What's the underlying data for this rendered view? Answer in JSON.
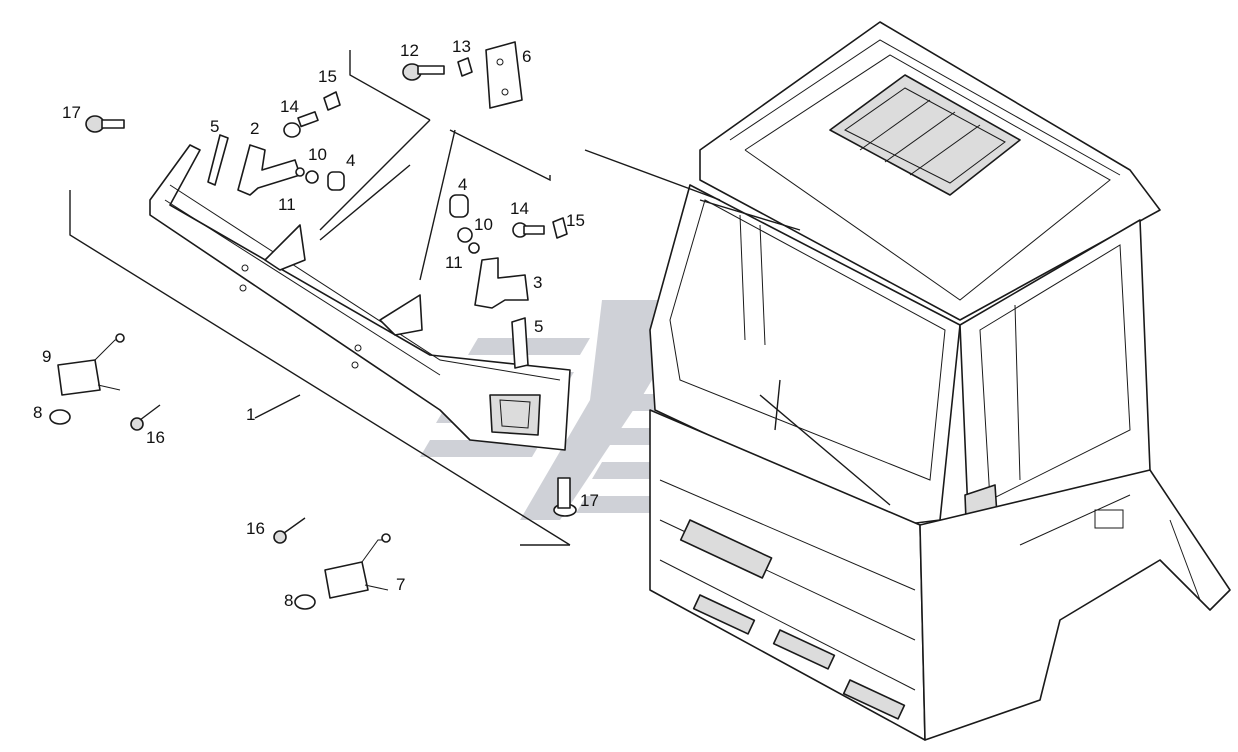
{
  "diagram": {
    "watermark_color": "#a9adb8",
    "callouts": [
      "17",
      "5",
      "2",
      "14",
      "15",
      "12",
      "13",
      "6",
      "10",
      "4",
      "11",
      "4",
      "10",
      "14",
      "15",
      "11",
      "3",
      "5",
      "9",
      "8",
      "16",
      "1",
      "17",
      "16",
      "7",
      "8"
    ]
  }
}
